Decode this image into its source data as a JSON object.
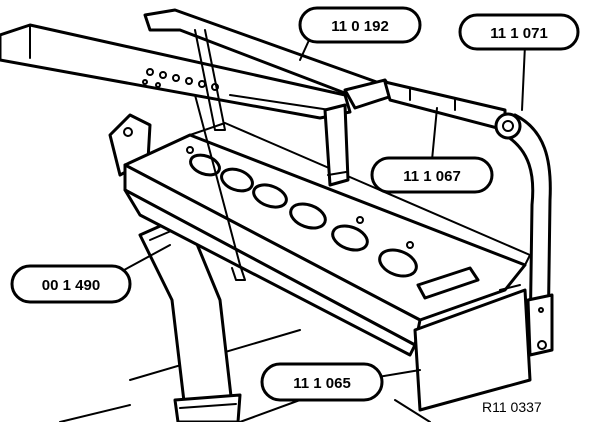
{
  "callouts": [
    {
      "id": "c1",
      "label": "11 0 192"
    },
    {
      "id": "c2",
      "label": "11 1 071"
    },
    {
      "id": "c3",
      "label": "11 1 067"
    },
    {
      "id": "c4",
      "label": "00 1 490"
    },
    {
      "id": "c5",
      "label": "11 1 065"
    }
  ],
  "figure_ref": "R11 0337"
}
